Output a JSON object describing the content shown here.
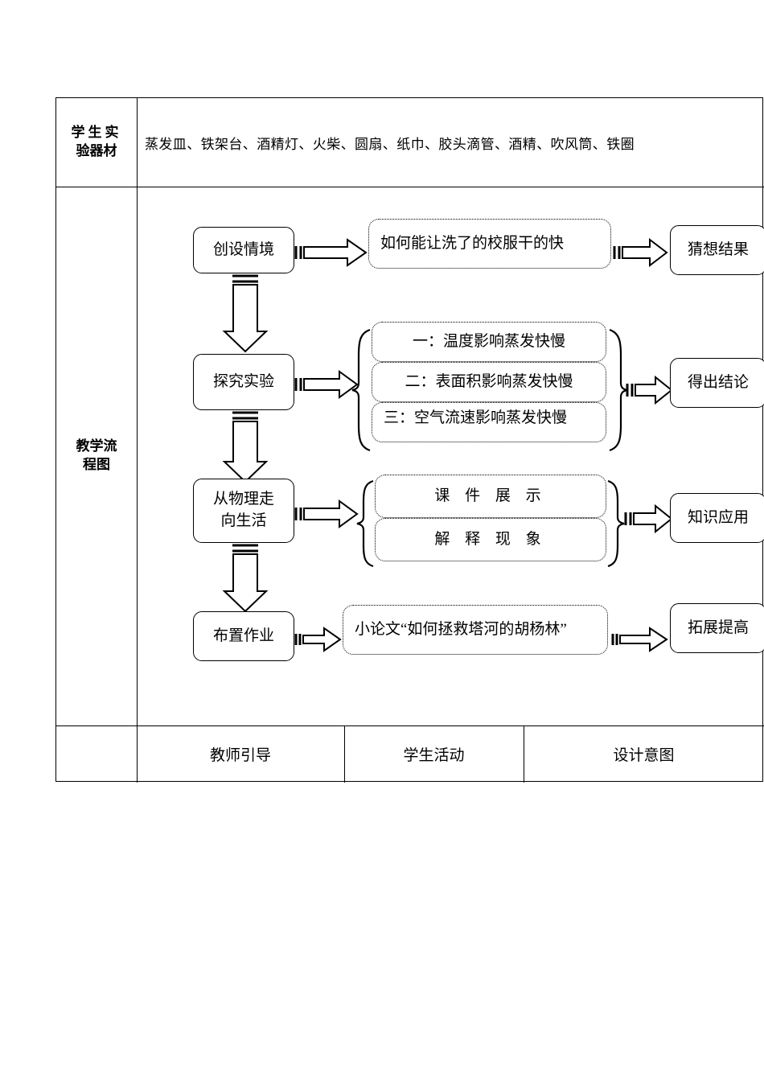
{
  "table": {
    "equipment_label": {
      "line1": "学生实",
      "line2": "验器材"
    },
    "equipment_value": "蒸发皿、铁架台、酒精灯、火柴、圆扇、纸巾、胶头滴管、酒精、吹风筒、铁圈",
    "flow_label": {
      "line1": "教学流",
      "line2": "程图"
    },
    "footer_headers": [
      "教师引导",
      "学生活动",
      "设计意图"
    ]
  },
  "flow": {
    "stages": [
      {
        "stage": "创设情境",
        "detail": [
          "如何能让洗了的校服干的快"
        ],
        "result": "猜想结果"
      },
      {
        "stage": "探究实验",
        "detail": [
          "一：温度影响蒸发快慢",
          "二：表面积影响蒸发快慢",
          "三：空气流速影响蒸发快慢"
        ],
        "result": "得出结论"
      },
      {
        "stage": "从物理走向生活",
        "detail": [
          "课 件 展 示",
          "解 释 现 象"
        ],
        "result": "知识应用"
      },
      {
        "stage": "布置作业",
        "detail": [
          "小论文“如何拯救塔河的胡杨林”"
        ],
        "result": "拓展提高"
      }
    ],
    "stage_labels": {
      "s1": "创设情境",
      "s2": "探究实验",
      "s3_line1": "从物理走",
      "s3_line2": "向生活",
      "s4": "布置作业"
    },
    "details": {
      "d1": "如何能让洗了的校服干的快",
      "d2a": "一：温度影响蒸发快慢",
      "d2b": "二：表面积影响蒸发快慢",
      "d2c": "三：空气流速影响蒸发快慢",
      "d3a": "课 件 展 示",
      "d3b": "解 释 现 象",
      "d4": "小论文“如何拯救塔河的胡杨林”"
    },
    "results": {
      "r1": "猜想结果",
      "r2": "得出结论",
      "r3": "知识应用",
      "r4": "拓展提高"
    }
  },
  "colors": {
    "ink": "#000000",
    "paper": "#ffffff"
  }
}
